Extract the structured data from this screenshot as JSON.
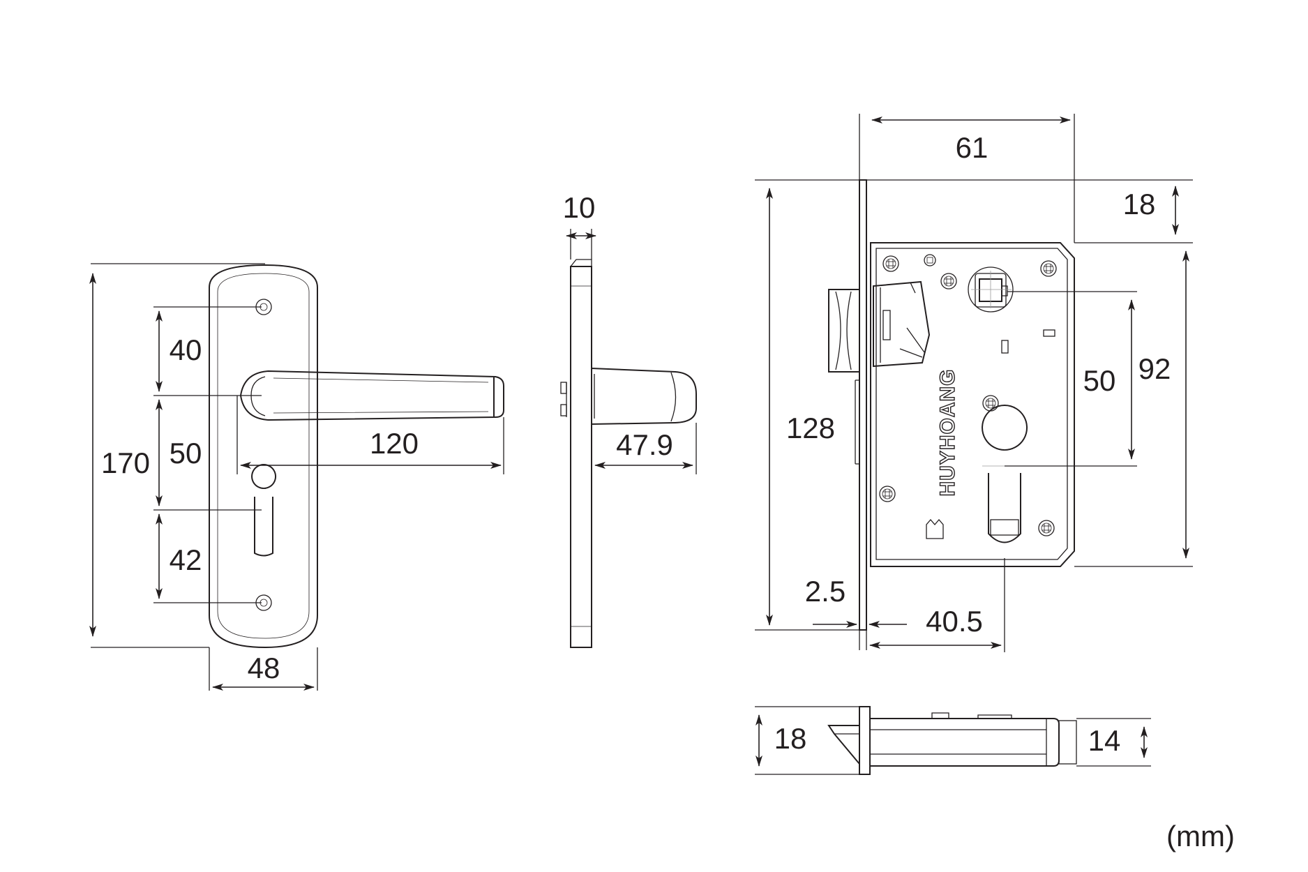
{
  "handle_front": {
    "height": "170",
    "width": "48",
    "top_to_lever": "40",
    "lever_to_keyhole": "50",
    "keyhole_to_screw": "42",
    "lever_length": "120"
  },
  "handle_side": {
    "plate_thickness": "10",
    "lever_projection": "47.9"
  },
  "lock_body": {
    "depth": "61",
    "top_offset": "18",
    "height": "128",
    "case_height": "92",
    "center_distance": "50",
    "faceplate": "2.5",
    "backset": "40.5",
    "brand": "HUYHOANG"
  },
  "lock_bottom": {
    "faceplate_width": "18",
    "body_thickness": "14"
  },
  "unit": "(mm)"
}
